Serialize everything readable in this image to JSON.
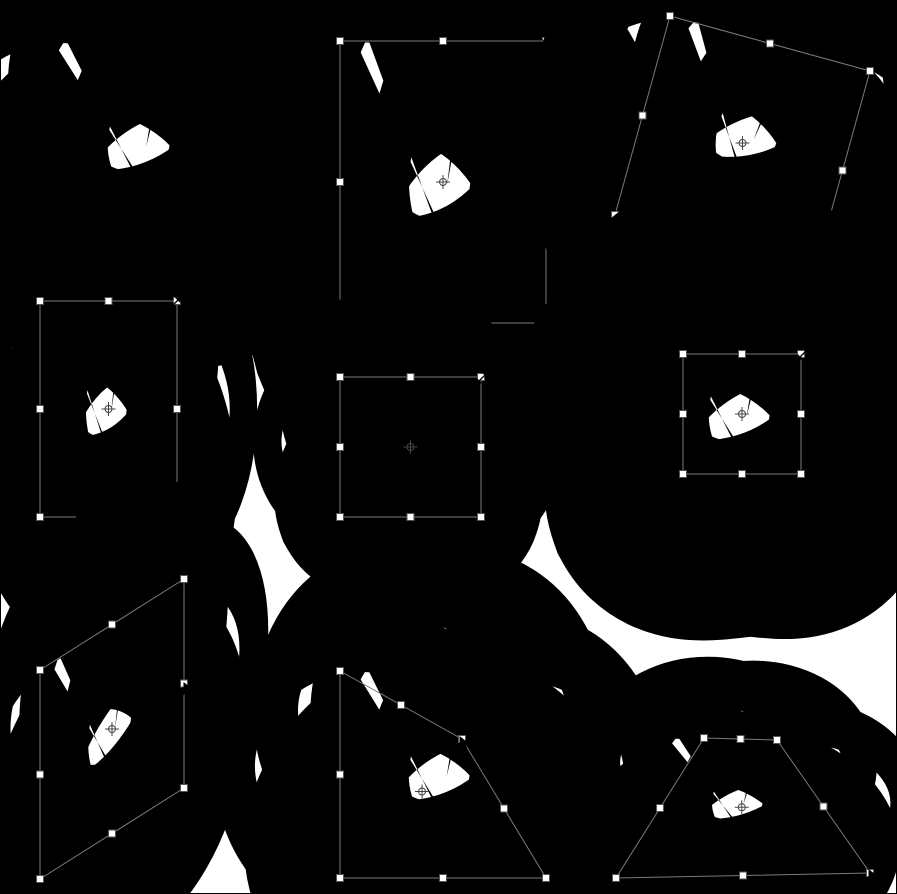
{
  "figure": {
    "panels": [
      {
        "id": "original",
        "transform": "none",
        "handles": false
      },
      {
        "id": "scale-vertical",
        "transform": "scale-vertical",
        "handles": true,
        "cursor": "scale-vertical"
      },
      {
        "id": "rotate",
        "transform": "rotate",
        "handles": true,
        "cursor": "rotate"
      },
      {
        "id": "scale-proportional",
        "transform": "scale-proportional",
        "handles": true,
        "cursor": "scale-diagonal"
      },
      {
        "id": "scale-uniform",
        "transform": "scale-uniform",
        "handles": true,
        "cursor": "scale-diagonal"
      },
      {
        "id": "scale-from-center",
        "transform": "scale-from-center",
        "handles": true,
        "cursor": "scale-diagonal"
      },
      {
        "id": "skew",
        "transform": "skew",
        "handles": true,
        "cursor": "arrow"
      },
      {
        "id": "distort",
        "transform": "distort",
        "handles": true,
        "cursor": "arrow"
      },
      {
        "id": "perspective",
        "transform": "perspective",
        "handles": true,
        "cursor": "arrow"
      }
    ],
    "colors": {
      "paw_stroke": "#000000",
      "bbox_stroke": "#7a7a7a",
      "handle_fill": "#ffffff",
      "background": "#ffffff"
    }
  }
}
